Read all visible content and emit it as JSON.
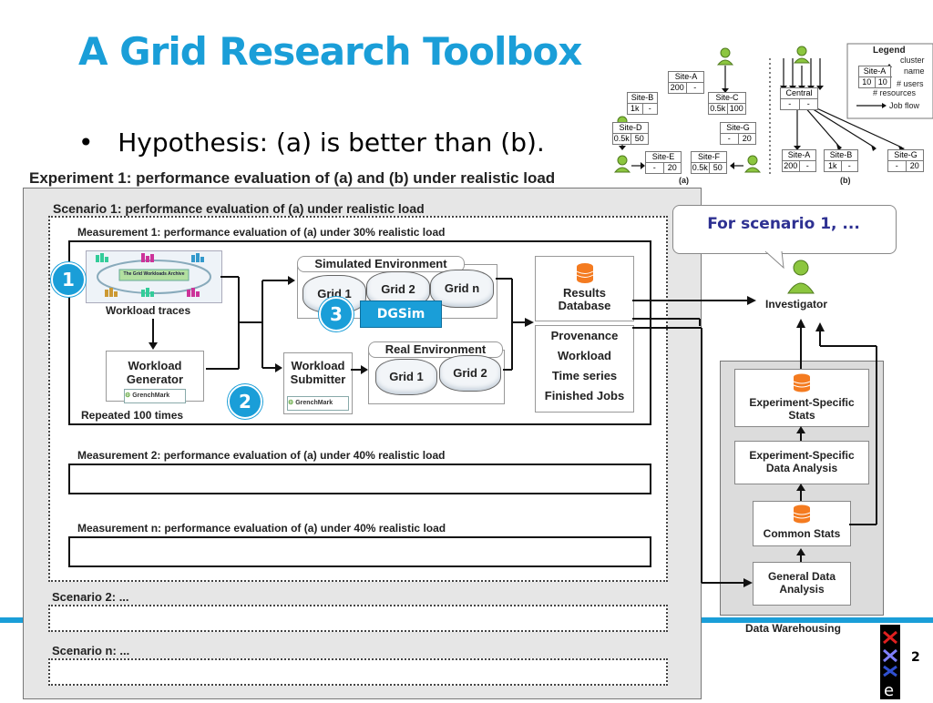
{
  "slide": {
    "title": "A Grid Research Toolbox",
    "bullet": "Hypothesis: (a) is better than (b).",
    "page_number": "2"
  },
  "experiment": {
    "title": "Experiment 1: performance evaluation of (a) and (b) under realistic load",
    "scenario1": "Scenario 1: performance evaluation of (a) under realistic load",
    "measurement1": "Measurement 1: performance evaluation of (a) under 30% realistic load",
    "measurement2": "Measurement 2: performance evaluation of (a) under 40% realistic load",
    "measurementn": "Measurement n: performance evaluation of (a) under 40% realistic load",
    "scenario2": "Scenario 2: ...",
    "scenarion": "Scenario n: ..."
  },
  "pipeline": {
    "archive_label": "The Grid Workloads Archive",
    "workload_traces": "Workload traces",
    "workload_generator_1": "Workload",
    "workload_generator_2": "Generator",
    "grenchmark": "GrenchMark",
    "repeated": "Repeated 100 times",
    "workload_submitter_1": "Workload",
    "workload_submitter_2": "Submitter",
    "simulated_env": "Simulated Environment",
    "real_env": "Real Environment",
    "grid1": "Grid 1",
    "grid2": "Grid 2",
    "gridn": "Grid n",
    "dgsim": "DGSim",
    "results_db_1": "Results",
    "results_db_2": "Database",
    "db_items": [
      "Provenance",
      "Workload",
      "Time series",
      "Finished Jobs"
    ]
  },
  "badges": {
    "b1": "1",
    "b2": "2",
    "b3": "3"
  },
  "callout": "For scenario 1, ...",
  "investigator": "Investigator",
  "warehouse": {
    "title": "Data Warehousing",
    "exp_stats_1": "Experiment-Specific",
    "exp_stats_2": "Stats",
    "exp_analysis_1": "Experiment-Specific",
    "exp_analysis_2": "Data Analysis",
    "common_stats": "Common Stats",
    "general_1": "General Data",
    "general_2": "Analysis"
  },
  "topology": {
    "sites_a": [
      {
        "name": "Site-A",
        "v1": "200",
        "v2": "-"
      },
      {
        "name": "Site-B",
        "v1": "1k",
        "v2": "-"
      },
      {
        "name": "Site-C",
        "v1": "0.5k",
        "v2": "100"
      },
      {
        "name": "Site-D",
        "v1": "0.5k",
        "v2": "50"
      },
      {
        "name": "Site-G",
        "v1": "-",
        "v2": "20"
      },
      {
        "name": "Site-E",
        "v1": "-",
        "v2": "20"
      },
      {
        "name": "Site-F",
        "v1": "0.5k",
        "v2": "50"
      }
    ],
    "central": {
      "name": "Central",
      "v1": "-",
      "v2": "-"
    },
    "sites_b": [
      {
        "name": "Site-A",
        "v1": "200",
        "v2": "-"
      },
      {
        "name": "Site-B",
        "v1": "1k",
        "v2": "-"
      },
      {
        "name": "Site-G",
        "v1": "-",
        "v2": "20"
      }
    ],
    "label_a": "(a)",
    "label_b": "(b)",
    "legend": {
      "title": "Legend",
      "site": "Site-A",
      "v1": "10",
      "v2": "10",
      "cluster": "cluster",
      "name": "name",
      "users": "# users",
      "resources": "# resources",
      "job_flow": "Job flow"
    }
  },
  "colors": {
    "accent": "#1a9ed8",
    "callout_text": "#2e3192",
    "person": "#8cc63f",
    "db": "#f47b20"
  }
}
